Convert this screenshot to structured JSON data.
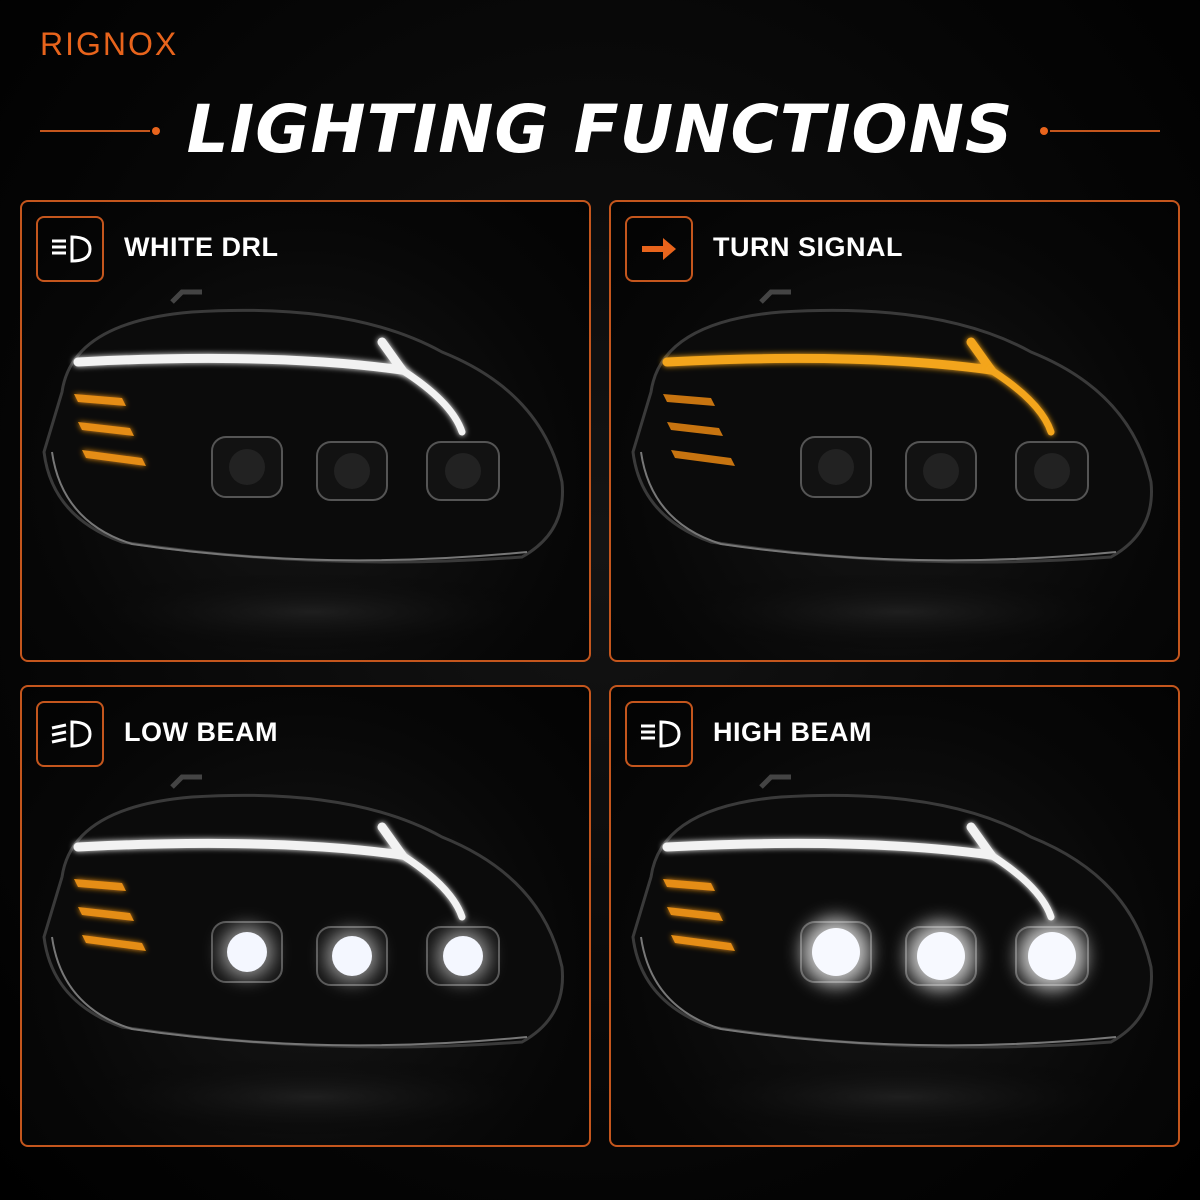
{
  "brand": "RIGNOX",
  "title": "LIGHTING FUNCTIONS",
  "accent_color": "#e8641c",
  "panels": [
    {
      "label": "WHITE DRL",
      "icon": "headlight-icon",
      "mode": "drl"
    },
    {
      "label": "TURN SIGNAL",
      "icon": "arrow-right-icon",
      "mode": "turn"
    },
    {
      "label": "LOW BEAM",
      "icon": "low-beam-icon",
      "mode": "low"
    },
    {
      "label": "HIGH BEAM",
      "icon": "high-beam-icon",
      "mode": "high"
    }
  ]
}
